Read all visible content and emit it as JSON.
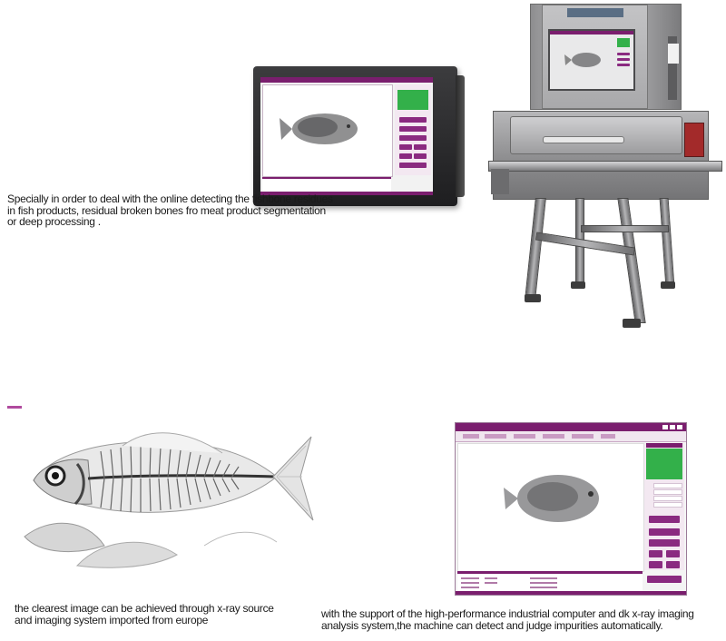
{
  "captions": {
    "top": "Specially in order to deal with the online detecting the fishbone residues in fish products, residual broken bones fro meat product segmentation or deep processing .",
    "bottom_left": "the clearest image can be achieved through x-ray source and imaging system imported from europe",
    "bottom_right": "with the support of the high-performance industrial computer and dk x-ray imaging analysis system,the machine can detect and judge impurities automatically."
  },
  "colors": {
    "ui_accent": "#7a1e6e",
    "status_green": "#33b04a",
    "bullet": "#b04a9e"
  }
}
